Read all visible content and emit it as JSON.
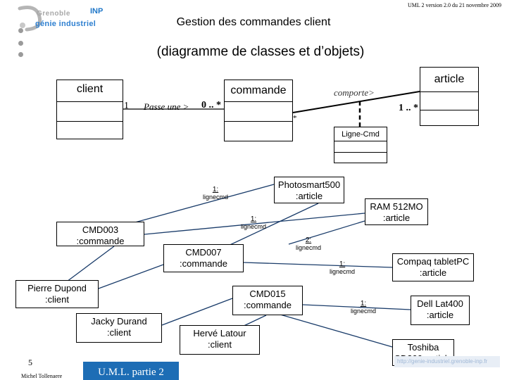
{
  "header": {
    "logo_line1": "Grenoble",
    "logo_inp": "INP",
    "logo_line2": "génie industriel",
    "note": "UML 2 version 2.0  du  21 novembre 2009"
  },
  "title": {
    "line1": "Gestion des commandes client",
    "line2": "(diagramme de classes et d’objets)"
  },
  "classes": {
    "client": "client",
    "commande": "commande",
    "article": "article"
  },
  "associations": {
    "passe_une_role": "Passe une >",
    "passe_une_mult_client": "1",
    "passe_une_mult_commande": "0 .. *",
    "comporte_role": "comporte>",
    "comporte_mult_commande": "*",
    "comporte_mult_article": "1 .. *",
    "association_class": "Ligne-Cmd"
  },
  "objects": {
    "cmd003": [
      "CMD003",
      ":commande"
    ],
    "cmd007": [
      "CMD007",
      ":commande"
    ],
    "cmd015": [
      "CMD015",
      ":commande"
    ],
    "pierre": [
      "Pierre Dupond",
      ":client"
    ],
    "jacky": [
      "Jacky Durand",
      ":client"
    ],
    "herve": [
      "Hervé Latour",
      ":client"
    ],
    "photosmart": [
      "Photosmart500",
      ":article"
    ],
    "ram": [
      "RAM 512MO",
      ":article"
    ],
    "compaq": [
      "Compaq tabletPC",
      ":article"
    ],
    "dell": [
      "Dell Lat400",
      ":article"
    ],
    "toshiba": [
      "Toshiba",
      "SD300 :article"
    ]
  },
  "links": {
    "l1": {
      "n": "1:",
      "lbl": "lignecmd"
    },
    "l2": {
      "n": "1:",
      "lbl": "lignecmd"
    },
    "l3": {
      "n": "2:",
      "lbl": "lignecmd"
    },
    "l4": {
      "n": "1:",
      "lbl": "lignecmd"
    },
    "l5": {
      "n": "1:",
      "lbl": "lignecmd"
    }
  },
  "footer": {
    "page_number": "5",
    "author": "Michel Tollenaere",
    "course": "U.M.L. partie 2",
    "url": "http://genie-industriel.grenoble-inp.fr"
  },
  "colors": {
    "accent_blue": "#1d6db5",
    "logo_grey": "#a8a8a8"
  }
}
